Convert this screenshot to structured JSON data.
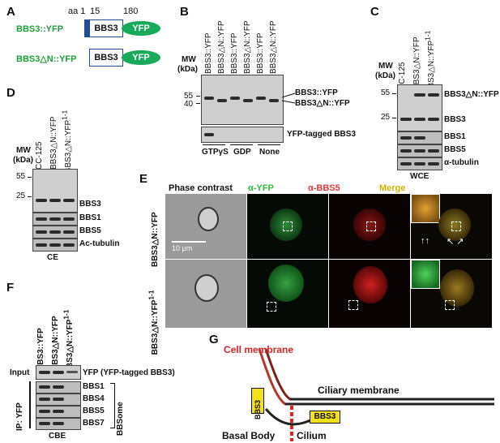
{
  "panels": {
    "A": "A",
    "B": "B",
    "C": "C",
    "D": "D",
    "E": "E",
    "F": "F",
    "G": "G"
  },
  "panelA": {
    "aa1": "aa 1",
    "aa15": "15",
    "aa180": "180",
    "row1_label": "BBS3::YFP",
    "row2_label": "BBS3△N::YFP",
    "domain": "BBS3",
    "tag": "YFP"
  },
  "panelB": {
    "mw": "MW",
    "kda": "(kDa)",
    "lanes": [
      "BBS3::YFP",
      "BBS3△N::YFP",
      "BBS3::YFP",
      "BBS3△N::YFP",
      "BBS3::YFP",
      "BBS3△N::YFP"
    ],
    "marker55": "55",
    "marker40": "40",
    "band1": "BBS3::YFP",
    "band2": "BBS3△N::YFP",
    "blot2_label": "YFP-tagged BBS3",
    "conditions": [
      "GTPγS",
      "GDP",
      "None"
    ]
  },
  "panelC": {
    "mw": "MW",
    "kda": "(kDa)",
    "lanes": [
      "CC-125",
      "BBS3△N::YFP",
      "BBS3△N::YFP"
    ],
    "lane3_sup": "1-1",
    "marker55": "55",
    "marker25": "25",
    "labels": [
      "BBS3△N::YFP",
      "BBS3",
      "BBS1",
      "BBS5",
      "α-tubulin"
    ],
    "footer": "WCE"
  },
  "panelD": {
    "mw": "MW",
    "kda": "(kDa)",
    "lanes": [
      "CC-125",
      "BBS3△N::YFP",
      "BBS3△N::YFP"
    ],
    "lane3_sup": "1-1",
    "marker55": "55",
    "marker25": "25",
    "labels": [
      "BBS3",
      "BBS1",
      "BBS5",
      "Ac-tubulin"
    ],
    "footer": "CE"
  },
  "panelE": {
    "headers": [
      "Phase contrast",
      "α-YFP",
      "α-BBS5",
      "Merge"
    ],
    "header_colors": [
      "#111111",
      "#2fbf3a",
      "#e23a3a",
      "#e6d021"
    ],
    "row1_label": "BBS3△N::YFP",
    "row2_label": "BBS3△N::YFP",
    "row2_sup": "1-1",
    "scale": "10 μm"
  },
  "panelF": {
    "lanes": [
      "BBS3::YFP",
      "BBS3△N::YFP",
      "BBS3△N::YFP"
    ],
    "lane3_sup": "1-1",
    "input": "Input",
    "ip": "IP: YFP",
    "labels": [
      "YFP (YFP-tagged BBS3)",
      "BBS1",
      "BBS4",
      "BBS5",
      "BBS7"
    ],
    "bbsome": "BBSome",
    "footer": "CBE"
  },
  "panelG": {
    "cell_membrane": "Cell membrane",
    "ciliary_membrane": "Ciliary membrane",
    "bbs3_a": "BBS3",
    "bbs3_b": "BBS3",
    "basal_body": "Basal Body",
    "cilium": "Cilium"
  },
  "colors": {
    "green_text": "#1f9e3a",
    "yfp_green": "#19a95b",
    "bbs3_box_blue": "#1f4e96",
    "red_membrane": "#e02424",
    "bbs3_yellow": "#f2e21c"
  }
}
